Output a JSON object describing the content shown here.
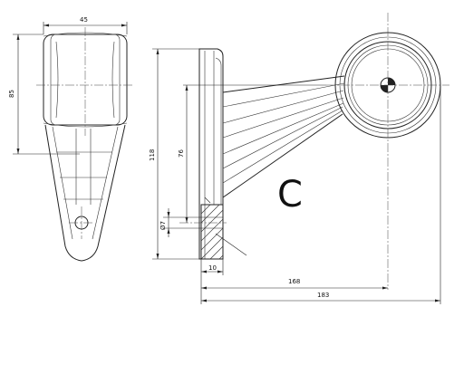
{
  "dimensions": {
    "width_top": "45",
    "height_left": "85",
    "total_height": "118",
    "hole_spacing": "76",
    "hole_diameter": "Ø7",
    "base_thickness": "10",
    "reach_168": "168",
    "reach_183": "183"
  },
  "variant_label": "C"
}
